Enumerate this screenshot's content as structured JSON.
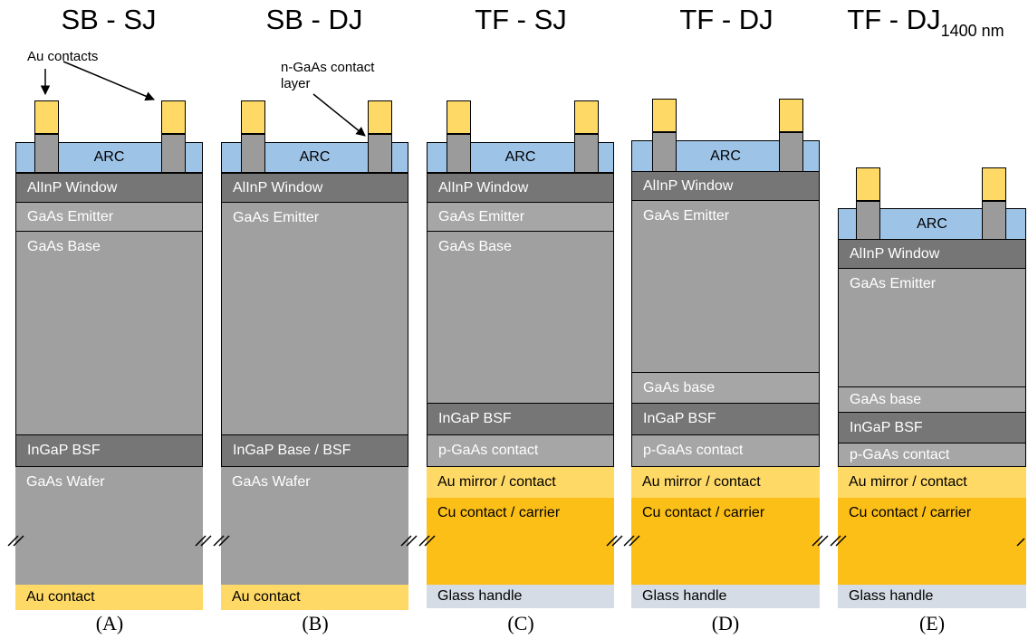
{
  "colors": {
    "arc": "#9dc3e6",
    "window": "#767676",
    "emitter": "#a6a6a6",
    "base": "#a0a0a0",
    "bsf": "#767676",
    "wafer": "#a0a0a0",
    "au": "#ffd966",
    "cu": "#fbbf17",
    "glass": "#d6dce5"
  },
  "panels": [
    {
      "title": "SB - SJ",
      "caption": "(A)",
      "labels": {
        "arc": "ARC",
        "window": "AlInP Window",
        "emitter": "GaAs Emitter",
        "base": "GaAs Base",
        "bsf": "InGaP BSF",
        "wafer": "GaAs Wafer",
        "contact": "Au contact"
      }
    },
    {
      "title": "SB - DJ",
      "caption": "(B)",
      "labels": {
        "arc": "ARC",
        "window": "AlInP Window",
        "emitter": "GaAs Emitter",
        "bsf": "InGaP Base / BSF",
        "wafer": "GaAs Wafer",
        "contact": "Au contact"
      }
    },
    {
      "title": "TF - SJ",
      "caption": "(C)",
      "labels": {
        "arc": "ARC",
        "window": "AlInP Window",
        "emitter": "GaAs Emitter",
        "base": "GaAs Base",
        "bsf": "InGaP BSF",
        "pcontact": "p-GaAs contact",
        "mirror": "Au mirror / contact",
        "carrier": "Cu contact / carrier",
        "glass": "Glass handle"
      }
    },
    {
      "title": "TF - DJ",
      "caption": "(D)",
      "labels": {
        "arc": "ARC",
        "window": "AlInP Window",
        "emitter": "GaAs Emitter",
        "base": "GaAs base",
        "bsf": "InGaP BSF",
        "pcontact": "p-GaAs contact",
        "mirror": "Au mirror / contact",
        "carrier": "Cu contact / carrier",
        "glass": "Glass handle"
      }
    },
    {
      "title": "TF - DJ",
      "title_sub": "1400 nm",
      "caption": "(E)",
      "labels": {
        "arc": "ARC",
        "window": "AlInP Window",
        "emitter": "GaAs Emitter",
        "base": "GaAs base",
        "bsf": "InGaP BSF",
        "pcontact": "p-GaAs contact",
        "mirror": "Au mirror / contact",
        "carrier": "Cu contact / carrier",
        "glass": "Glass handle"
      }
    }
  ],
  "annotations": {
    "au_contacts": "Au contacts",
    "n_contact_layer": "n-GaAs contact layer"
  }
}
